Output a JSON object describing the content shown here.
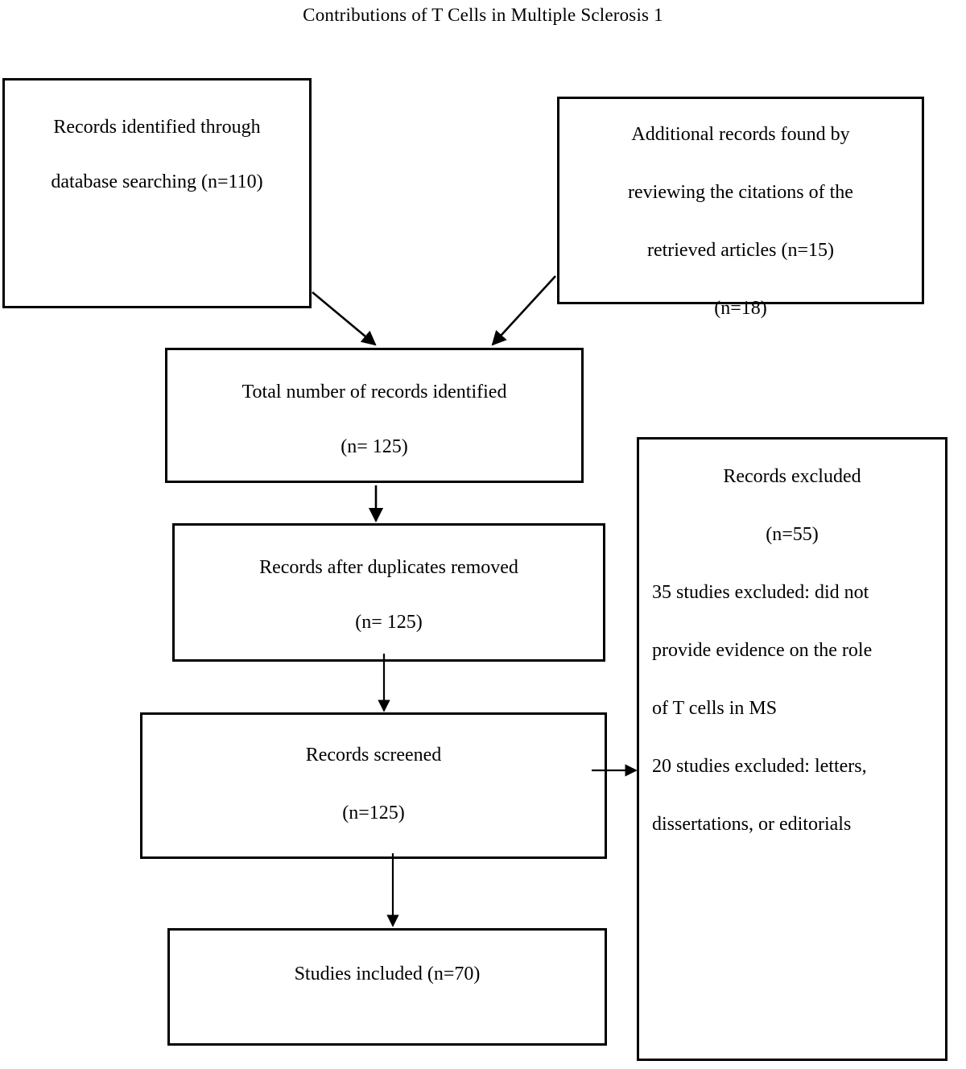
{
  "document": {
    "running_head": "Contributions of T Cells in Multiple Sclerosis 1",
    "diagram_type": "PRISMA flow diagram"
  },
  "boxes": {
    "database_records": {
      "name": "Records identified through database searching",
      "lines": [
        "Records identified through",
        "database searching (n=110)"
      ],
      "n": 110
    },
    "additional_records": {
      "name": "Additional records found by reviewing citations",
      "lines": [
        "Additional records found by",
        "reviewing the citations of the",
        "retrieved articles (n=15)",
        "(n=18)"
      ],
      "n": 15,
      "n_secondary": 18
    },
    "total_identified": {
      "name": "Total number of records identified",
      "lines": [
        "Total number of records identified",
        "(n= 125)"
      ],
      "n": 125
    },
    "duplicates_removed": {
      "name": "Records after duplicates removed",
      "lines": [
        "Records after duplicates removed",
        "(n= 125)"
      ],
      "n": 125
    },
    "screened": {
      "name": "Records screened",
      "lines": [
        "Records screened",
        "(n=125)"
      ],
      "n": 125
    },
    "excluded": {
      "name": "Records excluded",
      "centered_lines": [
        "Records excluded",
        "(n=55)"
      ],
      "detail_lines": [
        "35 studies excluded: did not",
        "provide evidence on the role",
        "of T cells in MS",
        "20 studies excluded: letters,",
        "dissertations, or editorials"
      ],
      "n": 55,
      "excluded_no_evidence": 35,
      "excluded_letters_dissertations_editorials": 20
    },
    "included": {
      "name": "Studies included",
      "lines": [
        "Studies included (n=70)"
      ],
      "n": 70
    }
  },
  "colors": {
    "border": "#000000",
    "text": "#000000",
    "background": "#ffffff"
  }
}
